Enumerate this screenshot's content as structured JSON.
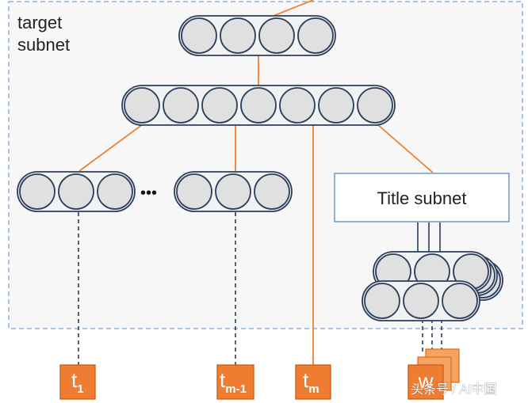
{
  "target_subnet_label": [
    "target",
    "subnet"
  ],
  "ellipsis": "•••",
  "title_subnet_label": "Title subnet",
  "inputs": [
    {
      "base": "t",
      "sub": "1"
    },
    {
      "base": "t",
      "sub": "m-1"
    },
    {
      "base": "t",
      "sub": "m"
    },
    {
      "base": "w",
      "sub": ""
    }
  ],
  "watermark": "头条号 / AI中国",
  "colors": {
    "orange": "#f08030",
    "orange_box": "#ee7d31",
    "navy": "#2c3e5c",
    "circle_fill": "#e0e0e0",
    "pill_fill": "#f2f2f2",
    "region_border": "#8fb0d8",
    "region_fill": "#f7f7f7",
    "title_box_border": "#6b9ac8",
    "paper_fill": "#f4a460",
    "paper_stroke": "#e07020"
  }
}
